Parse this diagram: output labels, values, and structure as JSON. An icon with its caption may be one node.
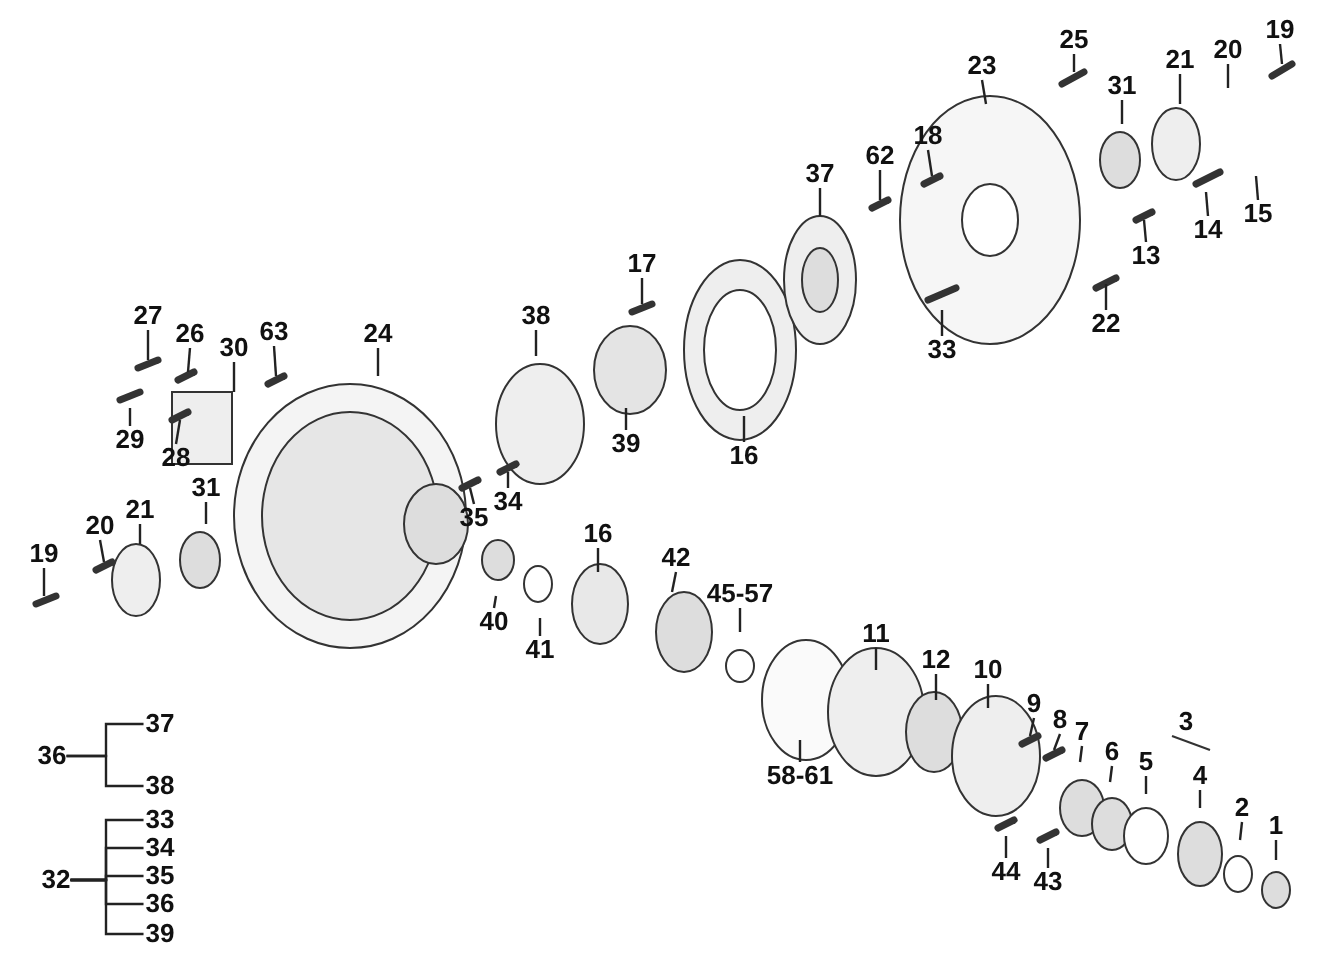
{
  "diagram": {
    "nodes": [
      {
        "text": [
          "19"
        ]
      },
      {
        "text": [
          "25"
        ]
      },
      {
        "text": [
          "20"
        ]
      },
      {
        "text": [
          "23"
        ]
      },
      {
        "text": [
          "21"
        ]
      },
      {
        "text": [
          "31"
        ]
      },
      {
        "text": [
          "62"
        ]
      },
      {
        "text": [
          "18"
        ]
      },
      {
        "text": [
          "37"
        ]
      },
      {
        "text": [
          "15"
        ]
      },
      {
        "text": [
          "14"
        ]
      },
      {
        "text": [
          "13"
        ]
      },
      {
        "text": [
          "17"
        ]
      },
      {
        "text": [
          "38"
        ]
      },
      {
        "text": [
          "22"
        ]
      },
      {
        "text": [
          "33"
        ]
      },
      {
        "text": [
          "27"
        ]
      },
      {
        "text": [
          "24"
        ]
      },
      {
        "text": [
          "26"
        ]
      },
      {
        "text": [
          "63"
        ]
      },
      {
        "text": [
          "30"
        ]
      },
      {
        "text": [
          "29"
        ]
      },
      {
        "text": [
          "28"
        ]
      },
      {
        "text": [
          "39"
        ]
      },
      {
        "text": [
          "16"
        ]
      },
      {
        "text": [
          "35"
        ]
      },
      {
        "text": [
          "34"
        ]
      },
      {
        "text": [
          "31"
        ]
      },
      {
        "text": [
          "21"
        ]
      },
      {
        "text": [
          "20"
        ]
      },
      {
        "text": [
          "19"
        ]
      },
      {
        "text": [
          "16"
        ]
      },
      {
        "text": [
          "42"
        ]
      },
      {
        "text": [
          "45-57"
        ]
      },
      {
        "text": [
          "40"
        ]
      },
      {
        "text": [
          "41"
        ]
      },
      {
        "text": [
          "11"
        ]
      },
      {
        "text": [
          "12"
        ]
      },
      {
        "text": [
          "10"
        ]
      },
      {
        "text": [
          "9"
        ]
      },
      {
        "text": [
          "8"
        ]
      },
      {
        "text": [
          "7"
        ]
      },
      {
        "text": [
          "6"
        ]
      },
      {
        "text": [
          "5"
        ]
      },
      {
        "text": [
          "4"
        ]
      },
      {
        "text": [
          "2"
        ]
      },
      {
        "text": [
          "1"
        ]
      },
      {
        "text": [
          "58-61"
        ]
      },
      {
        "text": [
          "44"
        ]
      },
      {
        "text": [
          "43"
        ]
      },
      {
        "text": [
          "36"
        ]
      },
      {
        "text": [
          "37"
        ]
      },
      {
        "text": [
          "38"
        ]
      },
      {
        "text": [
          "32"
        ]
      },
      {
        "text": [
          "33"
        ]
      },
      {
        "text": [
          "34"
        ]
      },
      {
        "text": [
          "35"
        ]
      },
      {
        "text": [
          "36"
        ]
      },
      {
        "text": [
          "39"
        ]
      }
    ],
    "edges": [
      {
        "from": 0,
        "to": null,
        "arrow": "none"
      },
      {
        "from": 1,
        "to": null,
        "arrow": "none"
      },
      {
        "from": 2,
        "to": null,
        "arrow": "none"
      },
      {
        "from": 3,
        "to": null,
        "arrow": "none"
      },
      {
        "from": 4,
        "to": null,
        "arrow": "none"
      },
      {
        "from": 5,
        "to": null,
        "arrow": "none"
      },
      {
        "from": 6,
        "to": null,
        "arrow": "none"
      },
      {
        "from": 7,
        "to": null,
        "arrow": "none"
      },
      {
        "from": 8,
        "to": null,
        "arrow": "none"
      },
      {
        "from": 9,
        "to": null,
        "arrow": "none"
      },
      {
        "from": 10,
        "to": null,
        "arrow": "none"
      },
      {
        "from": 11,
        "to": null,
        "arrow": "none"
      },
      {
        "from": 12,
        "to": null,
        "arrow": "none"
      },
      {
        "from": 13,
        "to": null,
        "arrow": "none"
      },
      {
        "from": 14,
        "to": null,
        "arrow": "none"
      },
      {
        "from": 15,
        "to": null,
        "arrow": "none"
      },
      {
        "from": 16,
        "to": null,
        "arrow": "none"
      },
      {
        "from": 17,
        "to": null,
        "arrow": "none"
      },
      {
        "from": 18,
        "to": null,
        "arrow": "none"
      },
      {
        "from": 19,
        "to": null,
        "arrow": "none"
      },
      {
        "from": 20,
        "to": null,
        "arrow": "none"
      },
      {
        "from": 21,
        "to": null,
        "arrow": "none"
      },
      {
        "from": 22,
        "to": null,
        "arrow": "none"
      },
      {
        "from": 23,
        "to": null,
        "arrow": "none"
      },
      {
        "from": 24,
        "to": null,
        "arrow": "none"
      },
      {
        "from": 25,
        "to": null,
        "arrow": "none"
      },
      {
        "from": 26,
        "to": null,
        "arrow": "none"
      },
      {
        "from": 27,
        "to": null,
        "arrow": "none"
      },
      {
        "from": 28,
        "to": null,
        "arrow": "none"
      },
      {
        "from": 29,
        "to": null,
        "arrow": "none"
      },
      {
        "from": 30,
        "to": null,
        "arrow": "none"
      },
      {
        "from": 31,
        "to": null,
        "arrow": "none"
      },
      {
        "from": 32,
        "to": null,
        "arrow": "none"
      },
      {
        "from": 33,
        "to": null,
        "arrow": "none"
      },
      {
        "from": 34,
        "to": null,
        "arrow": "none"
      },
      {
        "from": 35,
        "to": null,
        "arrow": "none"
      },
      {
        "from": 36,
        "to": null,
        "arrow": "none"
      },
      {
        "from": 37,
        "to": null,
        "arrow": "none"
      },
      {
        "from": 38,
        "to": null,
        "arrow": "none"
      },
      {
        "from": 39,
        "to": null,
        "arrow": "none"
      },
      {
        "from": 40,
        "to": null,
        "arrow": "none"
      },
      {
        "from": 41,
        "to": null,
        "arrow": "none"
      },
      {
        "from": 42,
        "to": null,
        "arrow": "none"
      },
      {
        "from": 43,
        "to": null,
        "arrow": "none"
      },
      {
        "from": 44,
        "to": null,
        "arrow": "none"
      },
      {
        "from": 45,
        "to": null,
        "arrow": "none"
      },
      {
        "from": 46,
        "to": null,
        "arrow": "none"
      },
      {
        "from": 47,
        "to": null,
        "arrow": "none"
      },
      {
        "from": 48,
        "to": null,
        "arrow": "none"
      },
      {
        "from": 49,
        "to": null,
        "arrow": "none"
      },
      {
        "from": 50,
        "to": 51,
        "arrow": "none"
      },
      {
        "from": 50,
        "to": 52,
        "arrow": "none"
      },
      {
        "from": 53,
        "to": 54,
        "arrow": "none"
      },
      {
        "from": 53,
        "to": 55,
        "arrow": "none"
      },
      {
        "from": 53,
        "to": 56,
        "arrow": "none"
      },
      {
        "from": 53,
        "to": 57,
        "arrow": "none"
      },
      {
        "from": 53,
        "to": 58,
        "arrow": "none"
      }
    ],
    "labels": [
      "3"
    ]
  }
}
